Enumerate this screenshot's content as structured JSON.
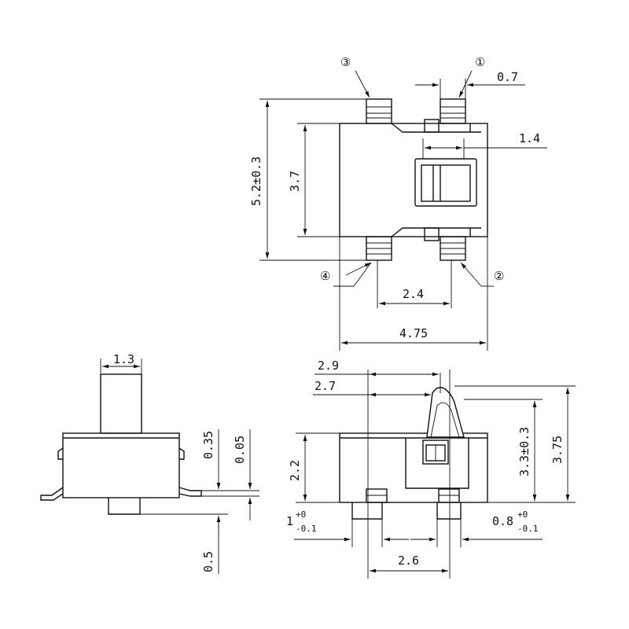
{
  "top_view": {
    "pin3": "③",
    "pin1": "①",
    "pin4": "④",
    "pin2": "②",
    "dim_0_7": "0.7",
    "dim_1_4": "1.4",
    "dim_5_2": "5.2±0.3",
    "dim_3_7": "3.7",
    "dim_2_4": "2.4",
    "dim_4_75": "4.75"
  },
  "side_view": {
    "dim_1_3": "1.3",
    "dim_0_35": "0.35",
    "dim_0_05": "0.05",
    "dim_0_5": "0.5"
  },
  "front_view": {
    "dim_2_9": "2.9",
    "dim_2_7": "2.7",
    "dim_2_2": "2.2",
    "dim_3_3": "3.3±0.3",
    "dim_3_75": "3.75",
    "dim_1": "1",
    "dim_1_tol_plus": "+0",
    "dim_1_tol_minus": "-0.1",
    "dim_0_8": "0.8",
    "dim_0_8_tol_plus": "+0",
    "dim_0_8_tol_minus": "-0.1",
    "dim_2_6": "2.6"
  }
}
